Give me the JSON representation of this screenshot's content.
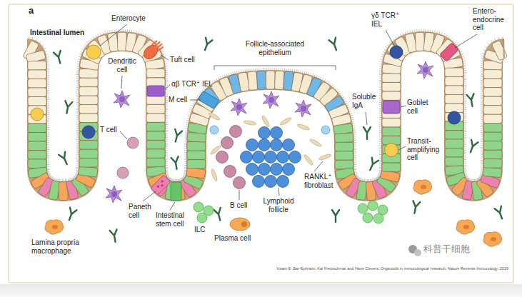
{
  "diagram": {
    "caption": "Yotam E. Bar-Ephraim, Kai Kretzschmar and Hans Clevers. Organoids in immunological research. Nature Reviews Immunology. 2019",
    "labels": [
      "a",
      "Intestinal lumen",
      "Enterocyte",
      "Dendritic cell",
      "Tuft cell",
      "αβ TCR⁺ IEL",
      "T cell",
      "M cell",
      "Follicle-associated epithelium",
      "γδ TCR⁺ IEL",
      "Entero-endocrine cell",
      "Soluble IgA",
      "Goblet cell",
      "Transit-amplifying cell",
      "B cell",
      "Lymphoid follicle",
      "RANKL⁺ fibroblast",
      "Paneth cell",
      "Intestinal stem cell",
      "ILC",
      "Plasma cell",
      "Lamina propria macrophage",
      "科普干细胞"
    ]
  }
}
